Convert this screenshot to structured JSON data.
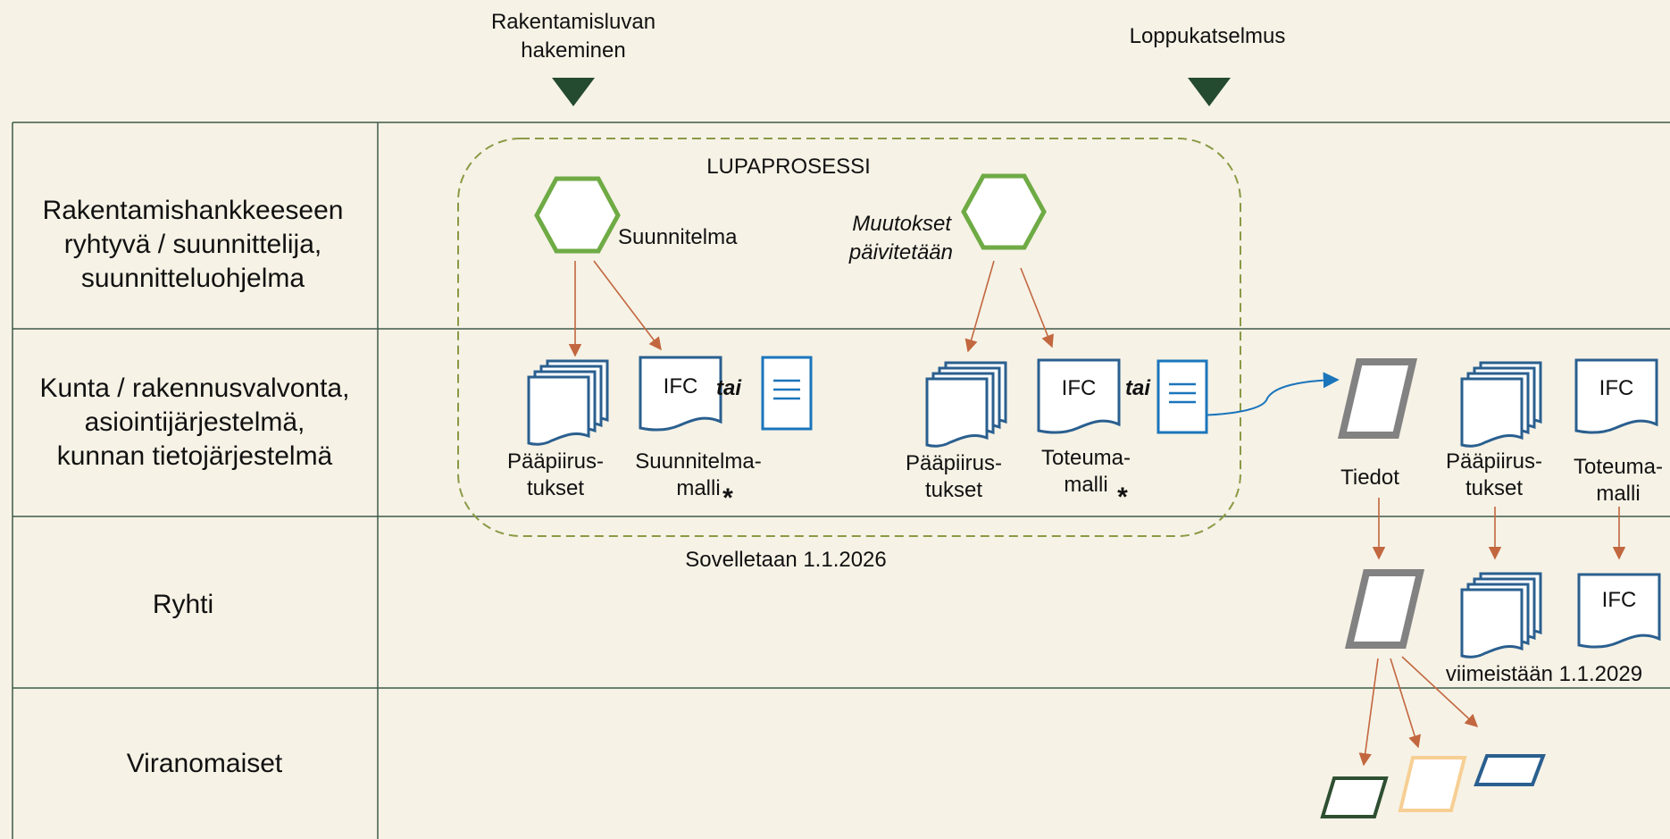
{
  "milestones": {
    "permit_application": [
      "Rakentamisluvan",
      "hakeminen"
    ],
    "final_inspection": "Loppukatselmus"
  },
  "lanes": {
    "designer": [
      "Rakentamishankkeeseen",
      "ryhtyvä / suunnittelija,",
      "suunnitteluohjelma"
    ],
    "municipality": [
      "Kunta / rakennusvalvonta,",
      "asiointijärjestelmä,",
      "kunnan tietojärjestelmä"
    ],
    "ryhti": [
      "Ryhti"
    ],
    "authorities": [
      "Viranomaiset"
    ]
  },
  "process": {
    "title": "LUPAPROSESSI",
    "applies_from": "Sovelletaan 1.1.2026",
    "plan_label": "Suunnitelma",
    "changes_label": [
      "Muutokset",
      "päivitetään"
    ]
  },
  "documents": {
    "ifc": "IFC",
    "or": "tai",
    "asterisk": "*",
    "main_drawings": [
      "Pääpiirus-",
      "tukset"
    ],
    "design_model": [
      "Suunnitelma-",
      "malli"
    ],
    "as_built_model": [
      "Toteuma-",
      "malli"
    ],
    "data": "Tiedot"
  },
  "ryhti_deadline": "viimeistään 1.1.2029",
  "colors": {
    "background": "#f6f2e6",
    "lane_line": "#3e5a48",
    "milestone": "#244a2f",
    "process_border": "#8a9a45",
    "hexagon": "#6fab45",
    "document": "#2a5f8f",
    "bright_doc": "#1b75bb",
    "arrow": "#c2673f",
    "data_gray": "#828282",
    "auth_green": "#2e4f31",
    "auth_orange": "#f7cf94",
    "auth_blue": "#2a5f8f"
  }
}
